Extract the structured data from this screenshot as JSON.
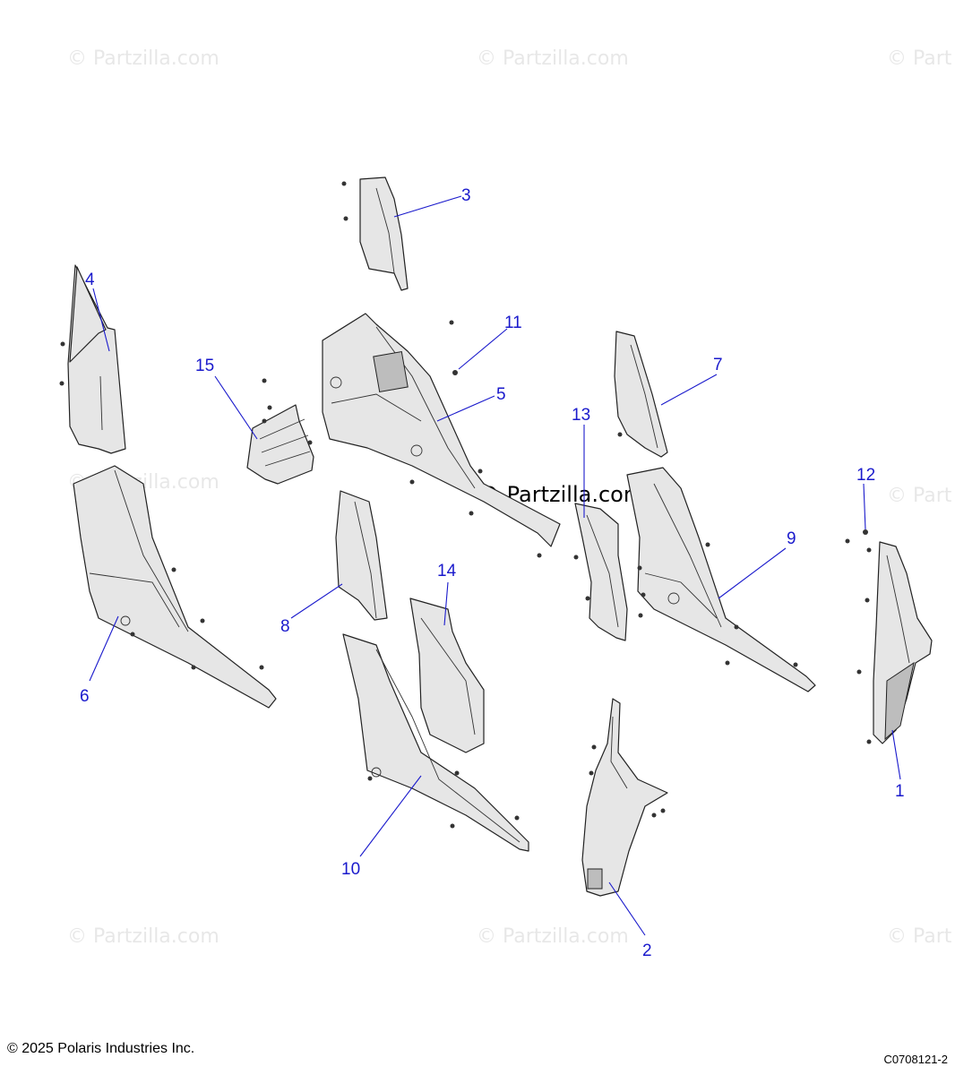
{
  "watermark_text": "© Partzilla.com",
  "watermark_partial": "© Part",
  "copyright": "© 2025 Polaris Industries Inc.",
  "diagram_code": "C0708121-2",
  "callouts": [
    "1",
    "2",
    "3",
    "4",
    "5",
    "6",
    "7",
    "8",
    "9",
    "10",
    "11",
    "12",
    "13",
    "14",
    "15"
  ]
}
